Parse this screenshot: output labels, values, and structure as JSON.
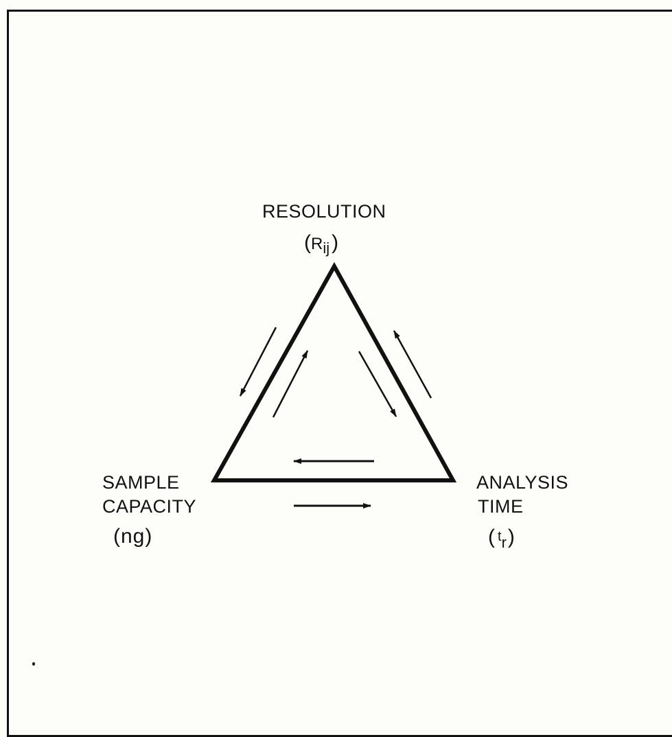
{
  "nodes": {
    "top": {
      "title": "RESOLUTION",
      "symbol_open": "(",
      "symbol_main": "R",
      "symbol_sub": "ij",
      "symbol_close": ")"
    },
    "left": {
      "title_line1": "SAMPLE",
      "title_line2": "CAPACITY",
      "symbol": "(ng)"
    },
    "right": {
      "title_line1": "ANALYSIS",
      "title_line2": "TIME",
      "symbol_open": "(",
      "symbol_main": "t",
      "symbol_sub": "r",
      "symbol_close": ")"
    }
  }
}
